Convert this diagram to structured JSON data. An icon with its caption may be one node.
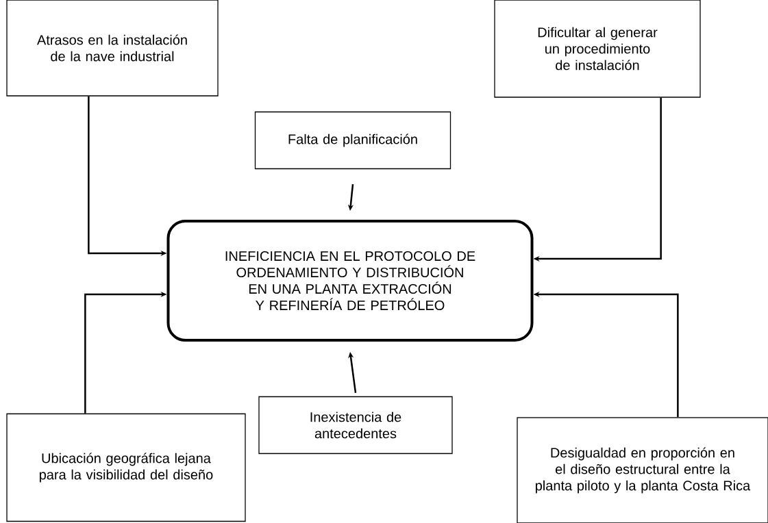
{
  "diagram": {
    "nodes": [
      {
        "text": [
          "INEFICIENCIA EN EL PROTOCOLO DE ORDENAMIENTO Y DISTRIBUCIÓN EN UNA PLANTA EXTRACCIÓN Y REFINERÍA DE PETRÓLEO"
        ]
      },
      {
        "text": [
          "Atrasos en la instalación de la nave industrial"
        ]
      },
      {
        "text": [
          "Dificultar al generar un procedimiento de instalación"
        ]
      },
      {
        "text": [
          "Falta de planificación"
        ]
      },
      {
        "text": [
          "Inexistencia de antecedentes"
        ]
      },
      {
        "text": [
          "Ubicación geográfica lejana para la visibilidad del diseño"
        ]
      },
      {
        "text": [
          "Desigualdad en proporción en el diseño estructural entre la planta piloto y la planta Costa Rica"
        ]
      }
    ],
    "edges": [
      {
        "from": 1,
        "to": 0,
        "arrow": "to"
      },
      {
        "from": 2,
        "to": 0,
        "arrow": "to"
      },
      {
        "from": 3,
        "to": 0,
        "arrow": "to"
      },
      {
        "from": 4,
        "to": 0,
        "arrow": "to"
      },
      {
        "from": 5,
        "to": 0,
        "arrow": "to"
      },
      {
        "from": 6,
        "to": 0,
        "arrow": "to"
      }
    ]
  }
}
